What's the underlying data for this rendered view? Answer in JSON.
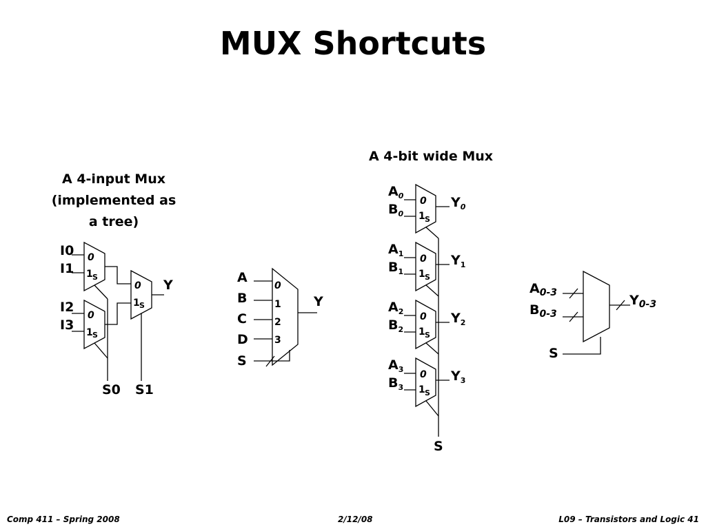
{
  "slide": {
    "title": "MUX Shortcuts",
    "caption_tree": [
      "A 4-input Mux",
      "(implemented as",
      "a tree)"
    ],
    "caption_wide": "A 4-bit wide Mux"
  },
  "tree_mux": {
    "inputs": [
      "I0",
      "I1",
      "I2",
      "I3"
    ],
    "selects": [
      "S0",
      "S1"
    ],
    "output": "Y"
  },
  "mux4": {
    "inputs": [
      "A",
      "B",
      "C",
      "D"
    ],
    "pins": [
      "0",
      "1",
      "2",
      "3"
    ],
    "select": "S",
    "output": "Y"
  },
  "wide_mux": {
    "bits": [
      {
        "a": "A",
        "b": "B",
        "y": "Y",
        "i": "0"
      },
      {
        "a": "A",
        "b": "B",
        "y": "Y",
        "i": "1"
      },
      {
        "a": "A",
        "b": "B",
        "y": "Y",
        "i": "2"
      },
      {
        "a": "A",
        "b": "B",
        "y": "Y",
        "i": "3"
      }
    ],
    "select": "S"
  },
  "bus_mux": {
    "a": "A",
    "b": "B",
    "y": "Y",
    "range": "0-3",
    "select": "S"
  },
  "mux_pins": {
    "zero": "0",
    "one": "1",
    "sel": "S"
  },
  "footer": {
    "left": "Comp 411 – Spring 2008",
    "center": "2/12/08",
    "right": "L09 – Transistors and Logic   41"
  }
}
